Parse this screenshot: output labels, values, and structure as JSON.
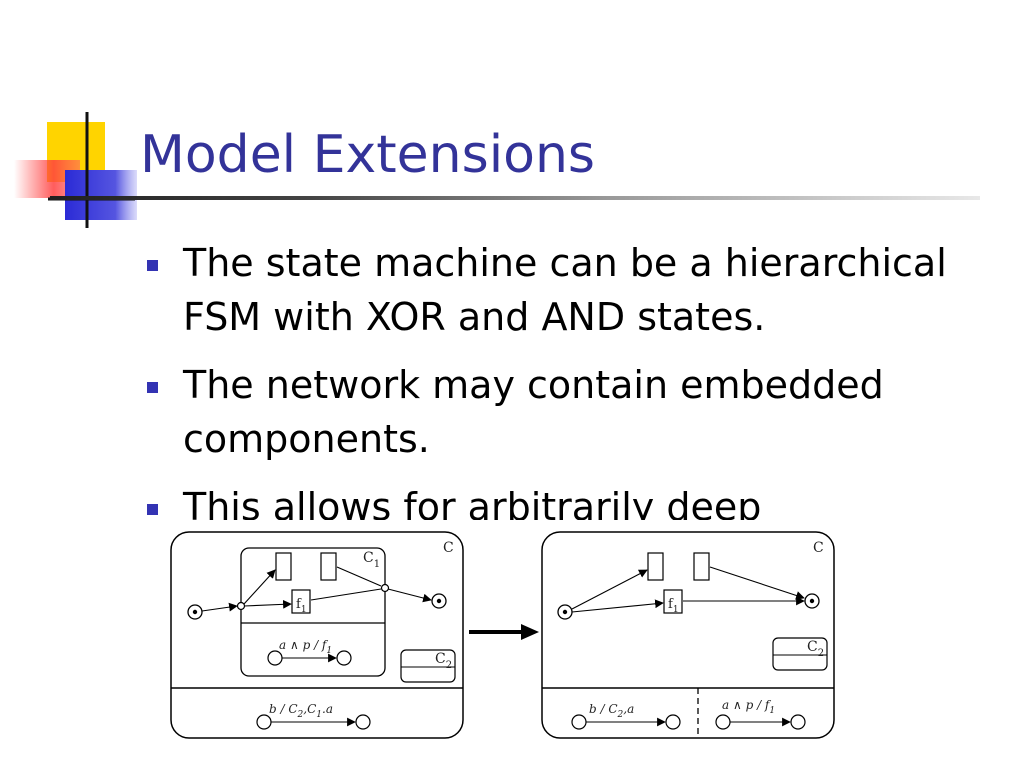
{
  "slide": {
    "title": "Model Extensions",
    "accent_color": "#333399",
    "bullets": [
      "The state machine can be a hierarchical FSM with XOR and AND states.",
      "The network may contain embedded components.",
      "This allows for arbitrarily deep"
    ]
  },
  "diagram": {
    "left": {
      "outer_label": "C",
      "inner_label": "C",
      "inner_label_sub": "1",
      "f_label": "f",
      "f_label_sub": "1",
      "inner_transition": "a ∧ p / f",
      "inner_transition_sub": "1",
      "c2_label": "C",
      "c2_label_sub": "2",
      "bottom_transition": "b / C",
      "bottom_transition_mid": ",C",
      "bottom_transition_end": ".a",
      "bottom_sub1": "2",
      "bottom_sub2": "1"
    },
    "right": {
      "outer_label": "C",
      "f_label": "f",
      "f_label_sub": "1",
      "c2_label": "C",
      "c2_label_sub": "2",
      "left_transition": "b / C",
      "left_transition_end": ",a",
      "left_sub": "2",
      "right_transition": "a ∧ p / f",
      "right_transition_sub": "1"
    }
  }
}
